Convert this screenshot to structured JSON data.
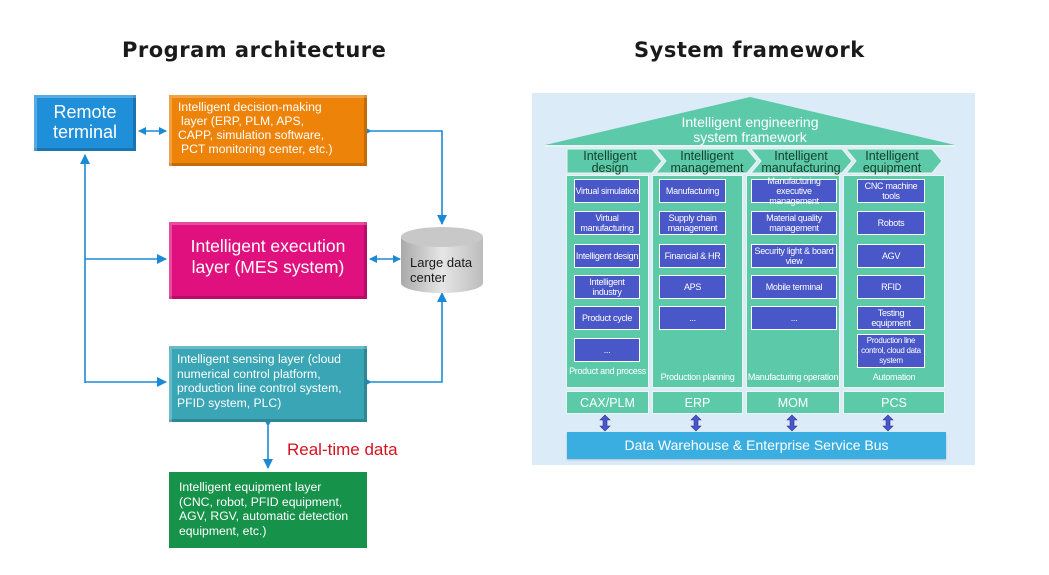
{
  "left_panel": {
    "title": "Program architecture",
    "remote_terminal": {
      "line1": "Remote",
      "line2": "terminal"
    },
    "decision_layer": {
      "lines": [
        "Intelligent decision-making",
        "layer (ERP, PLM, APS,",
        "CAPP, simulation software,",
        "PCT monitoring center, etc.)"
      ]
    },
    "execution_layer": {
      "lines": [
        "Intelligent execution",
        "layer (MES system)"
      ]
    },
    "data_center": {
      "lines": [
        "Large data",
        "center"
      ]
    },
    "sensing_layer": {
      "lines": [
        "Intelligent sensing layer (cloud",
        "numerical control platform,",
        "production line control system,",
        "PFID system, PLC)"
      ]
    },
    "realtime_label": "Real-time data",
    "equipment_layer": {
      "lines": [
        "Intelligent equipment layer",
        "(CNC, robot, PFID equipment,",
        "AGV, RGV, automatic detection",
        "equipment, etc.)"
      ]
    }
  },
  "right_panel": {
    "title": "System framework",
    "roof": {
      "line1": "Intelligent engineering",
      "line2": "system framework"
    },
    "columns": [
      {
        "head": [
          "Intelligent",
          "design"
        ],
        "items": [
          "Virtual simulation",
          "Virtual manufacturing",
          "Intelligent design",
          "Intelligent industry",
          "Product cycle",
          "..."
        ],
        "footer": "Product and process",
        "system": "CAX/PLM"
      },
      {
        "head": [
          "Intelligent",
          "management"
        ],
        "items": [
          "Manufacturing",
          "Supply chain management",
          "Financial & HR",
          "APS",
          "..."
        ],
        "footer": "Production planning",
        "system": "ERP"
      },
      {
        "head": [
          "Intelligent",
          "manufacturing"
        ],
        "items": [
          "Manufacturing executive management",
          "Material quality management",
          "Security light & board view",
          "Mobile terminal",
          "..."
        ],
        "footer": "Manufacturing operation",
        "system": "MOM"
      },
      {
        "head": [
          "Intelligent",
          "equipment"
        ],
        "items": [
          "CNC machine tools",
          "Robots",
          "AGV",
          "RFID",
          "Testing equipment",
          "Production line control, cloud data system"
        ],
        "footer": "Automation",
        "system": "PCS"
      }
    ],
    "bus": "Data Warehouse & Enterprise Service Bus"
  },
  "colors": {
    "remote": "#1e8fd8",
    "decision": "#ee8309",
    "execution": "#e0117f",
    "sensing": "#3aa5b5",
    "equipment": "#17924b",
    "connector": "#1b8ad6",
    "realtime": "#d6121f",
    "framework_bg": "#dcebf8",
    "teal": "#5ccaa8",
    "item_blue": "#4957c8",
    "bus": "#3aaee0"
  }
}
